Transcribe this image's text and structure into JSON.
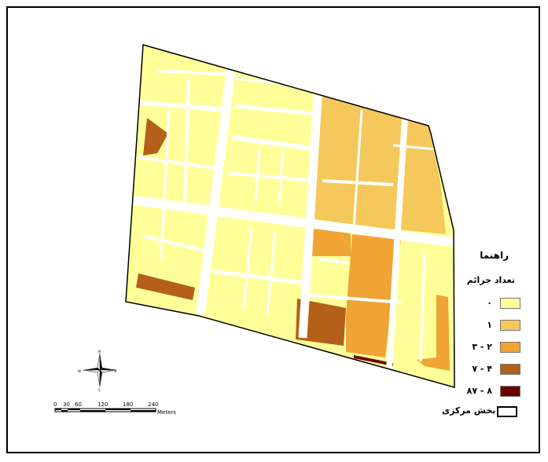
{
  "legend": {
    "title": "راهنما",
    "subtitle": "تعداد جرائم",
    "classes": [
      {
        "label": "۰",
        "color": "#FFFF99"
      },
      {
        "label": "۱",
        "color": "#F5C85C"
      },
      {
        "label": "۲ - ۳",
        "color": "#EFA435"
      },
      {
        "label": "۴ - ۷",
        "color": "#B45F1A"
      },
      {
        "label": "۸ - ۸۷",
        "color": "#6B0000"
      }
    ],
    "boundary_label": "بخش مرکزی"
  },
  "scale": {
    "ticks": [
      "0",
      "30",
      "60",
      "120",
      "180",
      "240"
    ],
    "unit": "Meters"
  },
  "north_arrow": {
    "n": "N",
    "s": "S",
    "e": "E",
    "w": "W"
  },
  "colors": {
    "street": "#FFFFFF",
    "boundary": "#000000"
  }
}
